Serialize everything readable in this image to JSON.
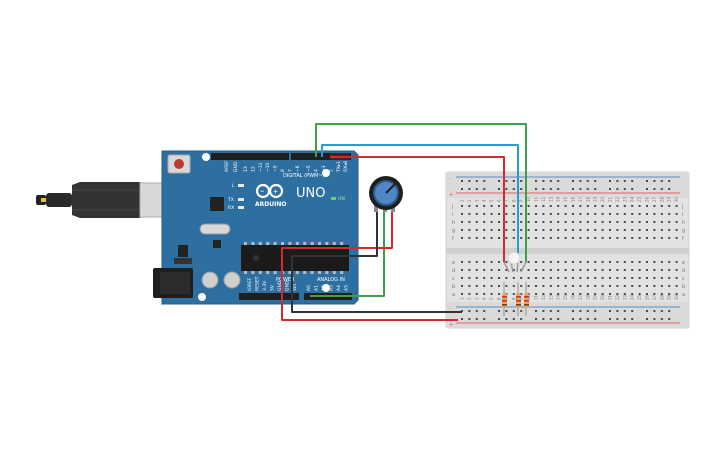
{
  "board": {
    "brand": "ARDUINO",
    "model": "UNO",
    "on_label": "ON",
    "tx_label": "TX",
    "rx_label": "RX",
    "l_label": "L",
    "digital_label": "DIGITAL (PWM~)",
    "power_label": "POWER",
    "analog_label": "ANALOG IN",
    "aref_label": "AREF",
    "gnd_label": "GND",
    "digital_pins": [
      "13",
      "12",
      "~11",
      "~10",
      "~9",
      "8",
      "7",
      "~6",
      "~5",
      "4",
      "~3",
      "2",
      "TX▸1",
      "RX◂0"
    ],
    "power_pins": [
      "IOREF",
      "RESET",
      "3.3V",
      "5V",
      "GND",
      "GND",
      "Vin"
    ],
    "analog_pins": [
      "A0",
      "A1",
      "A2",
      "A3",
      "A4",
      "A5"
    ]
  },
  "breadboard": {
    "row_letters_top": [
      "j",
      "i",
      "h",
      "g",
      "f"
    ],
    "row_letters_bottom": [
      "e",
      "d",
      "c",
      "b",
      "a"
    ],
    "columns": 30,
    "rail_plus": "+",
    "rail_minus": "-"
  },
  "colors": {
    "board": "#2e6fa2",
    "wire_green": "#3aa24a",
    "wire_blue": "#2d9bd3",
    "wire_red": "#d32a2f",
    "wire_black": "#333333",
    "breadboard": "#e2e2e2",
    "rail_red": "#e04040",
    "rail_blue": "#3a6fd0"
  }
}
